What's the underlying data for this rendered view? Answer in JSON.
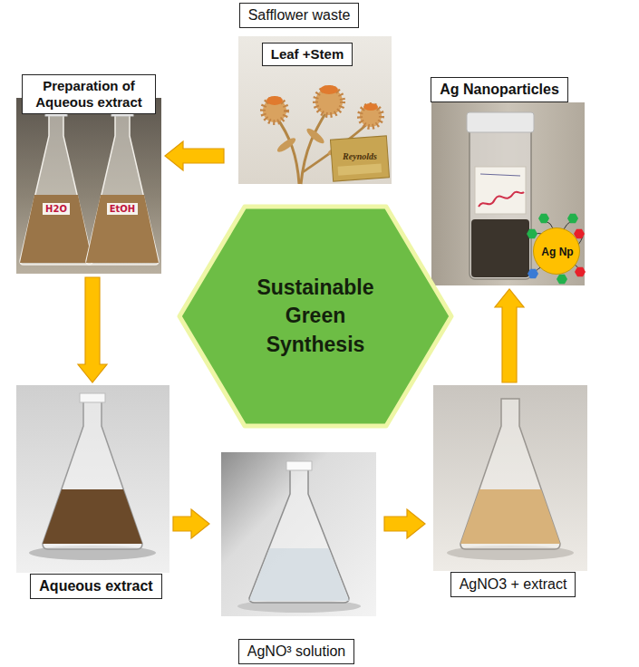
{
  "diagram": {
    "nodes": [
      {
        "text": [
          "Safflower waste",
          "Leaf +Stem"
        ]
      },
      {
        "text": [
          "Preparation of Aqueous extract"
        ]
      },
      {
        "text": [
          "Ag Nanoparticles"
        ]
      },
      {
        "text": [
          "Ag Np"
        ],
        "in": 2
      },
      {
        "text": [
          "Sustainable Green Synthesis"
        ]
      },
      {
        "text": [
          "Aqueous extract"
        ]
      },
      {
        "text": [
          "AgNO³ solution"
        ]
      },
      {
        "text": [
          "AgNO3 + extract"
        ]
      }
    ],
    "edges": [
      {
        "from": 0,
        "to": 1,
        "arrow": "to"
      },
      {
        "from": 1,
        "to": 5,
        "arrow": "to"
      },
      {
        "from": 5,
        "to": 6,
        "arrow": "to"
      },
      {
        "from": 6,
        "to": 7,
        "arrow": "to"
      },
      {
        "from": 7,
        "to": 2,
        "arrow": "to"
      }
    ],
    "labels": [
      "Reynolds",
      "H2O",
      "EtOH"
    ]
  }
}
